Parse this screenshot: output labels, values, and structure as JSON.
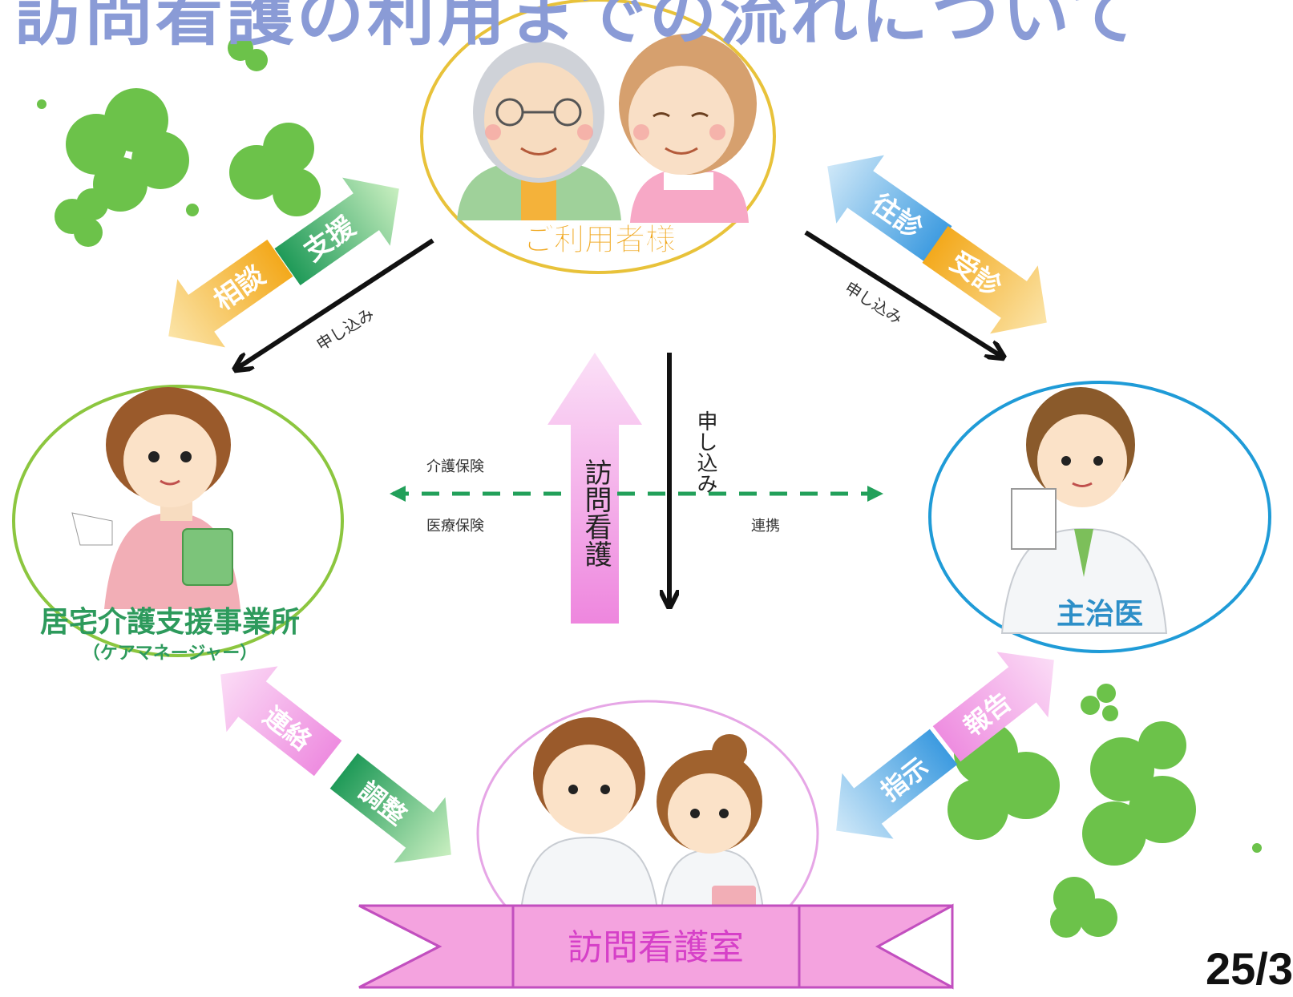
{
  "title": "訪問看護の利用までの流れについて",
  "page_number": "25/3",
  "nodes": {
    "user": {
      "label": "ご利用者様"
    },
    "care_manager": {
      "label": "居宅介護支援事業所",
      "sublabel": "（ケアマネージャー）"
    },
    "doctor": {
      "label": "主治医"
    },
    "nursing_office": {
      "label": "訪問看護室"
    }
  },
  "arrows": {
    "support": "支援",
    "consult": "相談",
    "home_visit": "往診",
    "consultation": "受診",
    "apply_left": "申し込み",
    "apply_right": "申し込み",
    "apply_center": "申し込み",
    "visiting_nursing": "訪問看護",
    "contact": "連絡",
    "adjust": "調整",
    "report": "報告",
    "instruct": "指示"
  },
  "insurance": {
    "care_insurance": "介護保険",
    "medical_insurance": "医療保険",
    "cooperation": "連携"
  },
  "colors": {
    "title": "#8a9bd6",
    "user_circle": "#e8c23a",
    "care_circle": "#8cc63f",
    "doctor_circle": "#1f9bd7",
    "nurse_circle": "#e6a6e6",
    "pink_arrow": "#f2a7ea",
    "green_arrow": "#2faa6a",
    "orange_arrow": "#f7b733",
    "blue_arrow": "#5aaee8",
    "dashed_line": "#22a05a"
  }
}
